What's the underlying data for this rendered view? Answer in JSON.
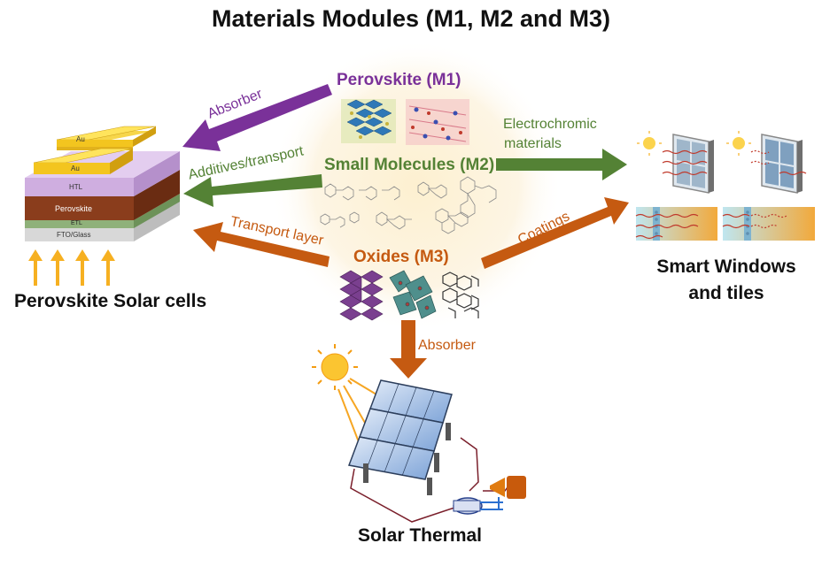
{
  "title": "Materials Modules (M1, M2 and M3)",
  "modules": {
    "m1": "Perovskite (M1)",
    "m2": "Small Molecules (M2)",
    "m3": "Oxides (M3)"
  },
  "arrows": {
    "absorber_left": "Absorber",
    "additives": "Additives/transport",
    "transport": "Transport layer",
    "electrochromic_line1": "Electrochromic",
    "electrochromic_line2": "materials",
    "coatings": "Coatings",
    "absorber_down": "Absorber"
  },
  "solar_cell": {
    "layers": [
      "Au",
      "Au",
      "HTL",
      "Perovskite",
      "ETL",
      "FTO/Glass"
    ],
    "caption": "Perovskite Solar cells"
  },
  "windows": {
    "caption_line1": "Smart Windows",
    "caption_line2": "and tiles"
  },
  "thermal": {
    "caption": "Solar Thermal"
  },
  "colors": {
    "purple": "#7a3199",
    "green": "#548235",
    "orange": "#c55a11",
    "glow": "#fdf3dc"
  }
}
